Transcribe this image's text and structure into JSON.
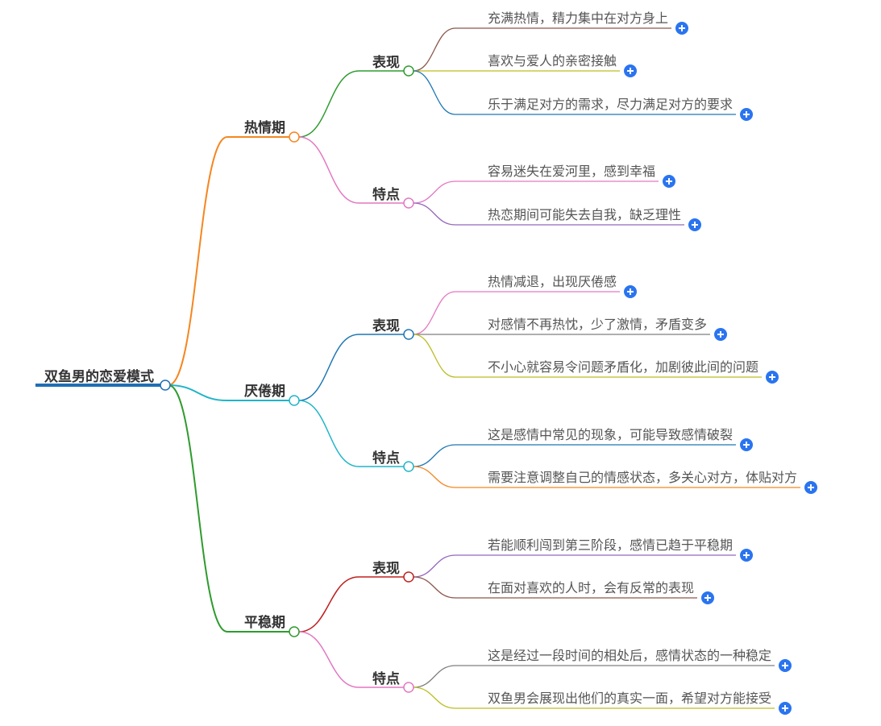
{
  "root": {
    "label": "双鱼男的恋爱模式",
    "color": "#1f6fb4"
  },
  "branches": [
    {
      "label": "热情期",
      "color": "#f5861f",
      "children": [
        {
          "label": "表现",
          "color": "#2e9b2e",
          "leaves": [
            {
              "text": "充满热情，精力集中在对方身上",
              "color": "#8c564b"
            },
            {
              "text": "喜欢与爱人的亲密接触",
              "color": "#bcbd22"
            },
            {
              "text": "乐于满足对方的需求，尽力满足对方的要求",
              "color": "#1f77b4"
            }
          ]
        },
        {
          "label": "特点",
          "color": "#e377c2",
          "leaves": [
            {
              "text": "容易迷失在爱河里，感到幸福",
              "color": "#e377c2"
            },
            {
              "text": "热恋期间可能失去自我，缺乏理性",
              "color": "#9467bd"
            }
          ]
        }
      ]
    },
    {
      "label": "厌倦期",
      "color": "#1fb5c8",
      "children": [
        {
          "label": "表现",
          "color": "#1f77b4",
          "leaves": [
            {
              "text": "热情减退，出现厌倦感",
              "color": "#e377c2"
            },
            {
              "text": "对感情不再热忱，少了激情，矛盾变多",
              "color": "#7f7f7f"
            },
            {
              "text": "不小心就容易令问题矛盾化，加剧彼此间的问题",
              "color": "#bcbd22"
            }
          ]
        },
        {
          "label": "特点",
          "color": "#1fb5c8",
          "leaves": [
            {
              "text": "这是感情中常见的现象，可能导致感情破裂",
              "color": "#1f77b4"
            },
            {
              "text": "需要注意调整自己的情感状态，多关心对方，体贴对方",
              "color": "#f5861f"
            }
          ]
        }
      ]
    },
    {
      "label": "平稳期",
      "color": "#2e9b2e",
      "children": [
        {
          "label": "表现",
          "color": "#c02020",
          "leaves": [
            {
              "text": "若能顺利闯到第三阶段，感情已趋于平稳期",
              "color": "#9467bd"
            },
            {
              "text": "在面对喜欢的人时，会有反常的表现",
              "color": "#8c564b"
            }
          ]
        },
        {
          "label": "特点",
          "color": "#e377c2",
          "leaves": [
            {
              "text": "这是经过一段时间的相处后，感情状态的一种稳定",
              "color": "#7f7f7f"
            },
            {
              "text": "双鱼男会展现出他们的真实一面，希望对方能接受",
              "color": "#bcbd22"
            }
          ]
        }
      ]
    }
  ],
  "expand_button_color": "#2a74f0"
}
